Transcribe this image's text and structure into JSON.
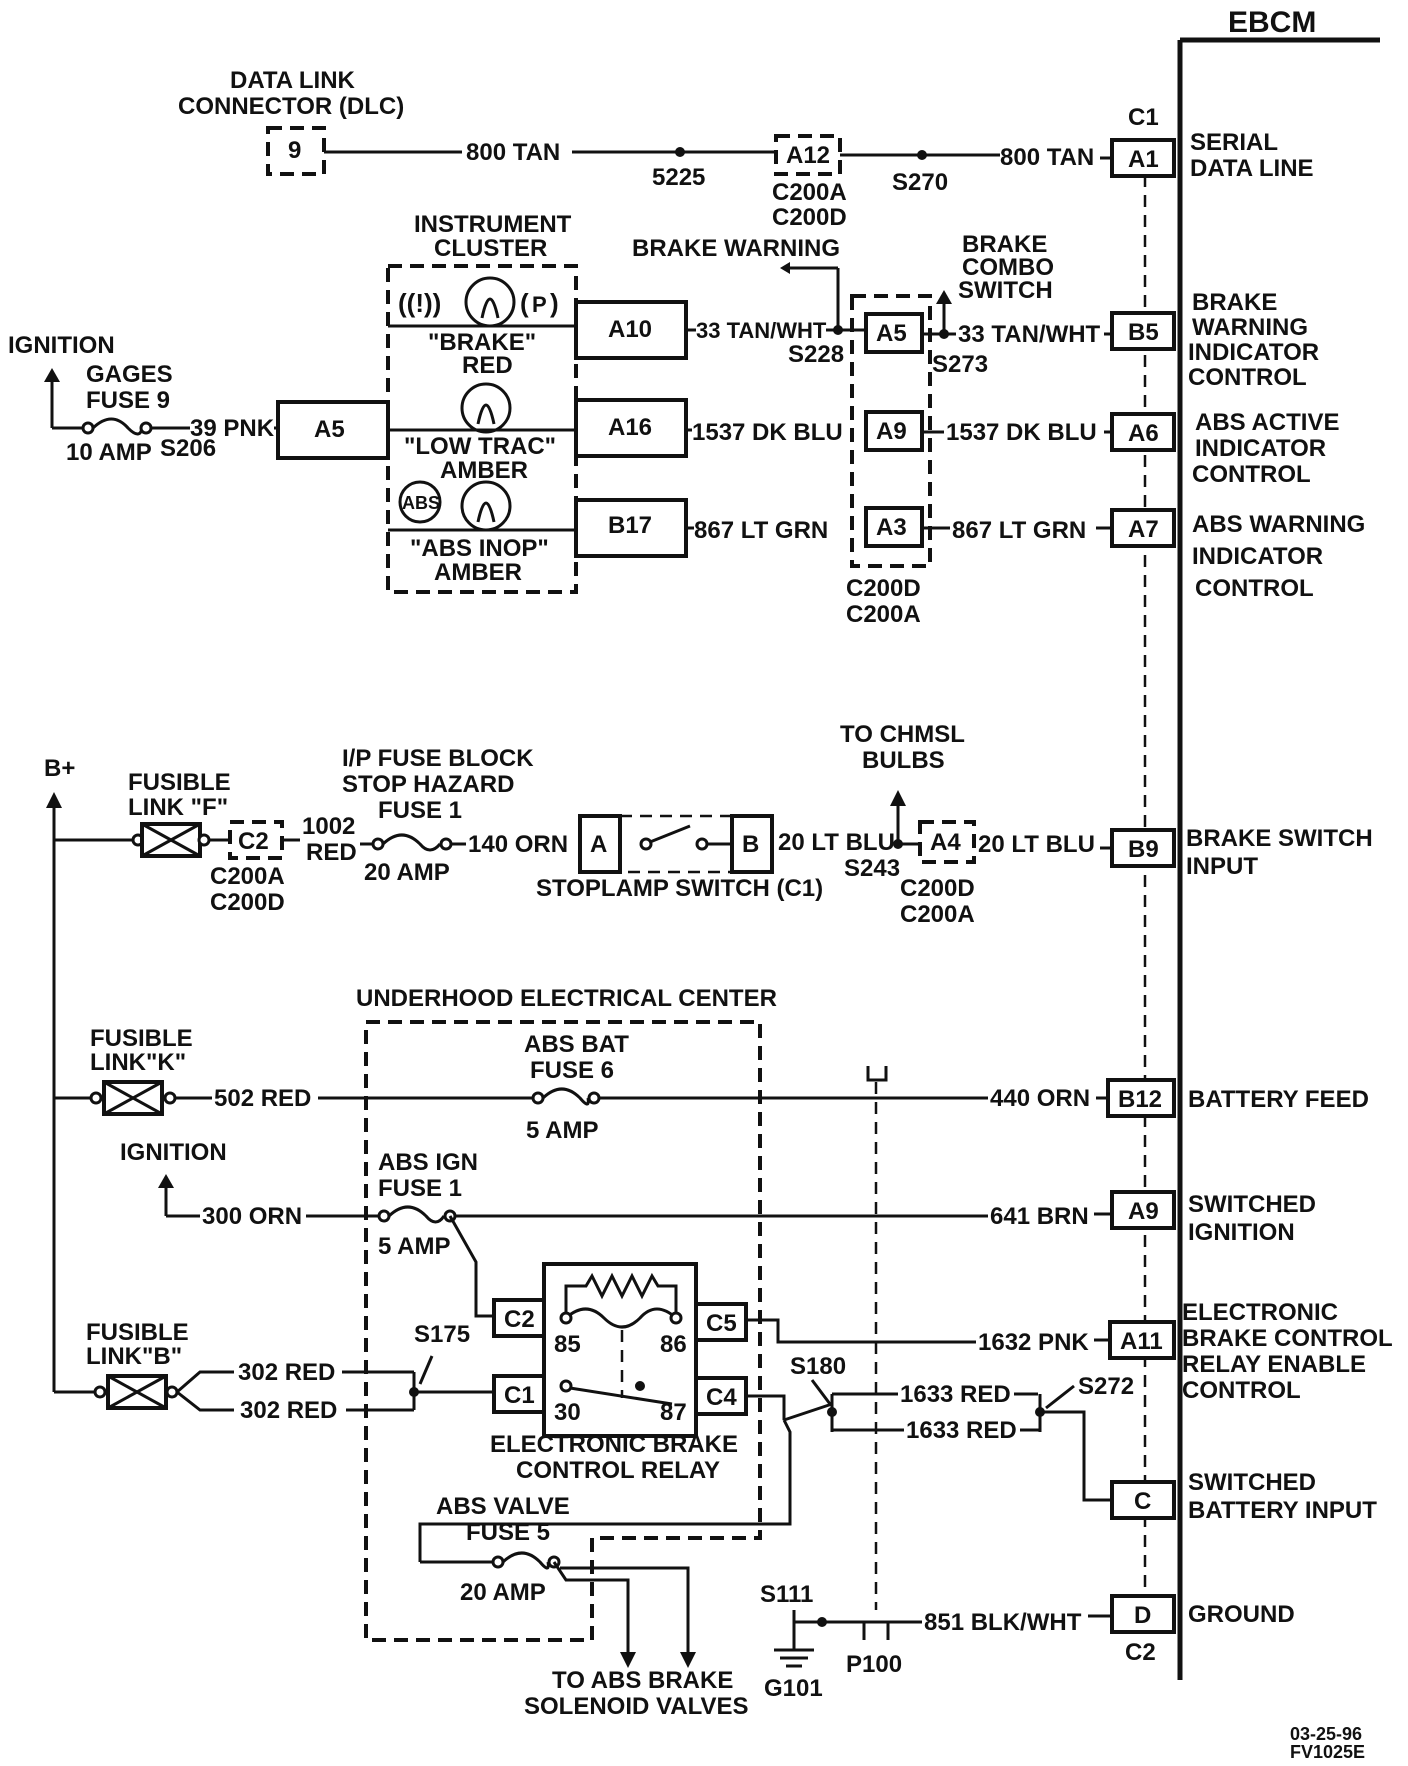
{
  "module": {
    "title": "EBCM",
    "connector_top": "C1",
    "connector_bottom": "C2"
  },
  "ebcm_pins": [
    {
      "pin": "A1",
      "label1": "SERIAL",
      "label2": "DATA LINE",
      "label3": ""
    },
    {
      "pin": "B5",
      "label1": "BRAKE",
      "label2": "WARNING",
      "label3": "INDICATOR",
      "label4": "CONTROL"
    },
    {
      "pin": "A6",
      "label1": "ABS ACTIVE",
      "label2": "INDICATOR",
      "label3": "CONTROL"
    },
    {
      "pin": "A7",
      "label1": "ABS WARNING",
      "label2": "INDICATOR",
      "label3": "CONTROL"
    },
    {
      "pin": "B9",
      "label1": "BRAKE SWITCH",
      "label2": "INPUT"
    },
    {
      "pin": "B12",
      "label1": "BATTERY FEED"
    },
    {
      "pin": "A9",
      "label1": "SWITCHED",
      "label2": "IGNITION"
    },
    {
      "pin": "A11",
      "label1": "ELECTRONIC",
      "label2": "BRAKE CONTROL",
      "label3": "RELAY ENABLE",
      "label4": "CONTROL"
    },
    {
      "pin": "C",
      "label1": "SWITCHED",
      "label2": "BATTERY INPUT"
    },
    {
      "pin": "D",
      "label1": "GROUND"
    }
  ],
  "dlc": {
    "title1": "DATA LINK",
    "title2": "CONNECTOR (DLC)",
    "pin": "9",
    "wire1": "800 TAN",
    "splice1": "5225",
    "conn_pin": "A12",
    "conn1": "C200A",
    "conn2": "C200D",
    "splice2": "S270",
    "wire2": "800 TAN"
  },
  "cluster": {
    "title1": "INSTRUMENT",
    "title2": "CLUSTER",
    "lamp1_1": "\"BRAKE\"",
    "lamp1_2": "RED",
    "lamp2_1": "\"LOW TRAC\"",
    "lamp2_2": "AMBER",
    "lamp3_1": "\"ABS INOP\"",
    "lamp3_2": "AMBER",
    "pin_in": "A5",
    "pin1": "A10",
    "pin2": "A16",
    "pin3": "B17",
    "icon_p": "P",
    "icon_abs": "ABS"
  },
  "ignition_gages": {
    "label": "IGNITION",
    "fuse1": "GAGES",
    "fuse2": "FUSE 9",
    "amp": "10 AMP",
    "wire": "39 PNK",
    "splice": "S206"
  },
  "brake_warning": {
    "label": "BRAKE WARNING",
    "combo1": "BRAKE",
    "combo2": "COMBO",
    "combo3": "SWITCH",
    "wire1": "33 TAN/WHT",
    "splice1": "S228",
    "pin1": "A5",
    "splice2": "S273",
    "wire1b": "33 TAN/WHT",
    "wire2": "1537 DK BLU",
    "pin2": "A9",
    "wire2b": "1537 DK BLU",
    "wire3": "867 LT GRN",
    "pin3": "A3",
    "wire3b": "867 LT GRN",
    "conn1": "C200D",
    "conn2": "C200A"
  },
  "stoplamp": {
    "bplus": "B+",
    "fl_f1": "FUSIBLE",
    "fl_f2": "LINK \"F\"",
    "c2pin": "C2",
    "c2a": "C200A",
    "c2d": "C200D",
    "wire1a": "1002",
    "wire1b": "RED",
    "fb1": "I/P FUSE BLOCK",
    "fb2": "STOP HAZARD",
    "fb3": "FUSE 1",
    "amp": "20 AMP",
    "wire2": "140 ORN",
    "pinA": "A",
    "pinB": "B",
    "switch_label": "STOPLAMP SWITCH (C1)",
    "wire3": "20 LT BLU",
    "chmsl1": "TO CHMSL",
    "chmsl2": "BULBS",
    "splice": "S243",
    "a4": "A4",
    "conn1": "C200D",
    "conn2": "C200A",
    "wire4": "20 LT BLU"
  },
  "uec": {
    "title": "UNDERHOOD ELECTRICAL CENTER",
    "fl_k1": "FUSIBLE",
    "fl_k2": "LINK\"K\"",
    "wire_k": "502 RED",
    "absbat1": "ABS BAT",
    "absbat2": "FUSE 6",
    "absbat_amp": "5 AMP",
    "wire_bat": "440 ORN",
    "ign": "IGNITION",
    "wire_ign": "300 ORN",
    "absign1": "ABS IGN",
    "absign2": "FUSE 1",
    "absign_amp": "5 AMP",
    "wire_sw": "641 BRN",
    "fl_b1": "FUSIBLE",
    "fl_b2": "LINK\"B\"",
    "wire_b1": "302 RED",
    "wire_b2": "302 RED",
    "s175": "S175",
    "relay_c2": "C2",
    "relay_c1": "C1",
    "relay_c5": "C5",
    "relay_c4": "C4",
    "t85": "85",
    "t86": "86",
    "t30": "30",
    "t87": "87",
    "relay1": "ELECTRONIC BRAKE",
    "relay2": "CONTROL RELAY",
    "wire_enable": "1632 PNK",
    "s180": "S180",
    "wire_r1": "1633 RED",
    "wire_r2": "1633 RED",
    "s272": "S272",
    "absvalve1": "ABS VALVE",
    "absvalve2": "FUSE 5",
    "absvalve_amp": "20 AMP",
    "to1": "TO ABS BRAKE",
    "to2": "SOLENOID VALVES",
    "s111": "S111",
    "g101": "G101",
    "p100": "P100",
    "wire_gnd": "851 BLK/WHT"
  },
  "footer": {
    "date": "03-25-96",
    "code": "FV1025E"
  }
}
